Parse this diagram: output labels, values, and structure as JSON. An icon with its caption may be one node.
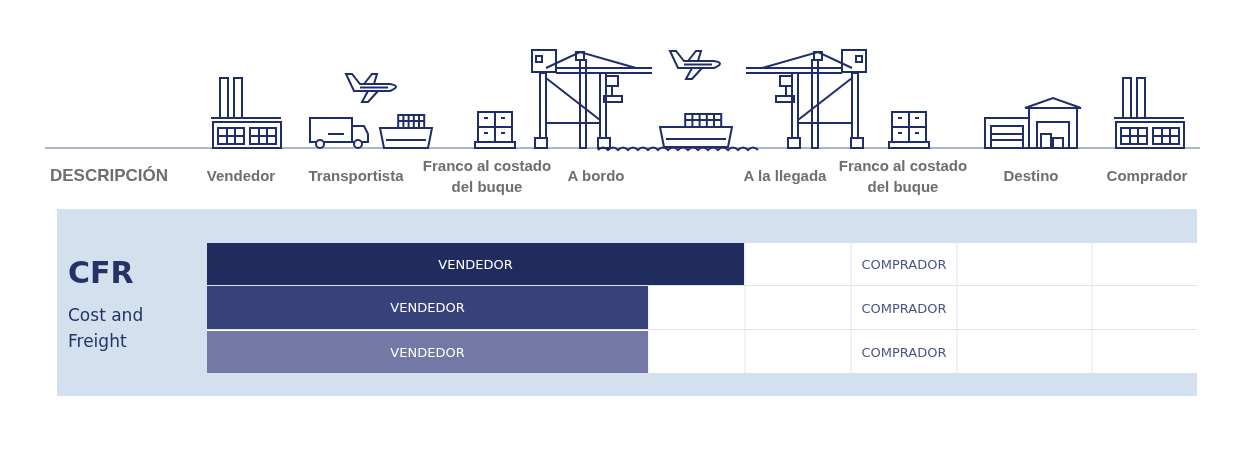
{
  "diagram": {
    "nodes": [
      {
        "text": [
          "CFR",
          "Cost and Freight"
        ]
      },
      {
        "text": [
          "VENDEDOR"
        ],
        "in": 0
      },
      {
        "text": [
          "VENDEDOR"
        ],
        "in": 0
      },
      {
        "text": [
          "VENDEDOR"
        ],
        "in": 0
      }
    ],
    "labels": [
      "DESCRIPCIÓN",
      "Vendedor",
      "Transportista",
      "Franco al costado del buque",
      "A bordo",
      "A la llegada",
      "Franco al costado del buque",
      "Destino",
      "Comprador",
      "COMPRADOR",
      "COMPRADOR",
      "COMPRADOR"
    ]
  }
}
